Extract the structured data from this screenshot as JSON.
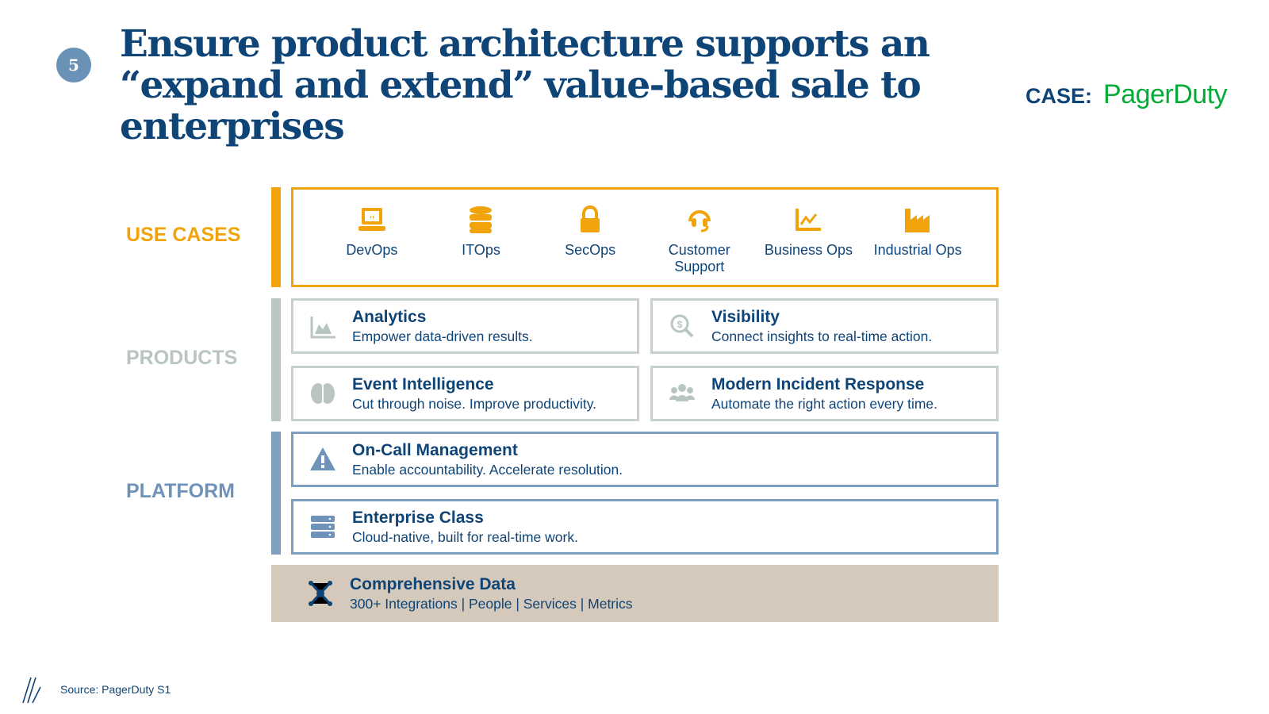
{
  "slide_number": "5",
  "title": "Ensure product architecture supports an “expand and extend” value-based sale to enterprises",
  "case": {
    "label": "CASE:",
    "company": "PagerDuty"
  },
  "sections": {
    "use_cases": "USE CASES",
    "products": "PRODUCTS",
    "platform": "PLATFORM"
  },
  "use_cases": [
    {
      "label": "DevOps",
      "icon": "laptop-code-icon"
    },
    {
      "label": "ITOps",
      "icon": "database-icon"
    },
    {
      "label": "SecOps",
      "icon": "lock-icon"
    },
    {
      "label": "Customer Support",
      "icon": "headset-icon"
    },
    {
      "label": "Business Ops",
      "icon": "chart-line-icon"
    },
    {
      "label": "Industrial Ops",
      "icon": "factory-icon"
    }
  ],
  "products": [
    {
      "title": "Analytics",
      "desc": "Empower data-driven results.",
      "icon": "area-chart-icon"
    },
    {
      "title": "Visibility",
      "desc": "Connect insights to real-time action.",
      "icon": "dollar-search-icon"
    },
    {
      "title": "Event Intelligence",
      "desc": "Cut through noise. Improve productivity.",
      "icon": "brain-icon"
    },
    {
      "title": "Modern Incident Response",
      "desc": "Automate the right action every time.",
      "icon": "people-icon"
    }
  ],
  "platform": [
    {
      "title": "On-Call Management",
      "desc": "Enable accountability. Accelerate resolution.",
      "icon": "warning-icon"
    },
    {
      "title": "Enterprise Class",
      "desc": "Cloud-native, built for real-time work.",
      "icon": "server-icon"
    }
  ],
  "data_layer": {
    "title": "Comprehensive Data",
    "desc": "300+ Integrations | People | Services | Metrics",
    "icon": "network-icon"
  },
  "footer": {
    "source": "Source: PagerDuty S1"
  },
  "colors": {
    "navy": "#0f4477",
    "orange": "#f0a30a",
    "gray": "#b9c6c0",
    "platform": "#7f9fc0",
    "tan": "#d4c9bb",
    "pagerduty_green": "#06ac38"
  }
}
